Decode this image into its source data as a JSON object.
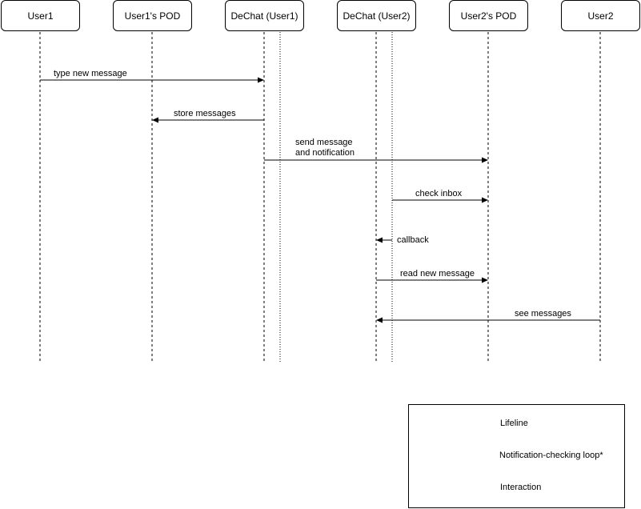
{
  "actors": [
    "User1",
    "User1's POD",
    "DeChat (User1)",
    "DeChat (User2)",
    "User2's POD",
    "User2"
  ],
  "messages": {
    "m1": "type new message",
    "m2": "store messages",
    "m3a": "send message",
    "m3b": "and notification",
    "m4": "check inbox",
    "m5": "callback",
    "m6": "read new message",
    "m7": "see messages"
  },
  "legend": {
    "lifeline": "Lifeline",
    "loop": "Notification-checking loop*",
    "interaction": "Interaction"
  }
}
